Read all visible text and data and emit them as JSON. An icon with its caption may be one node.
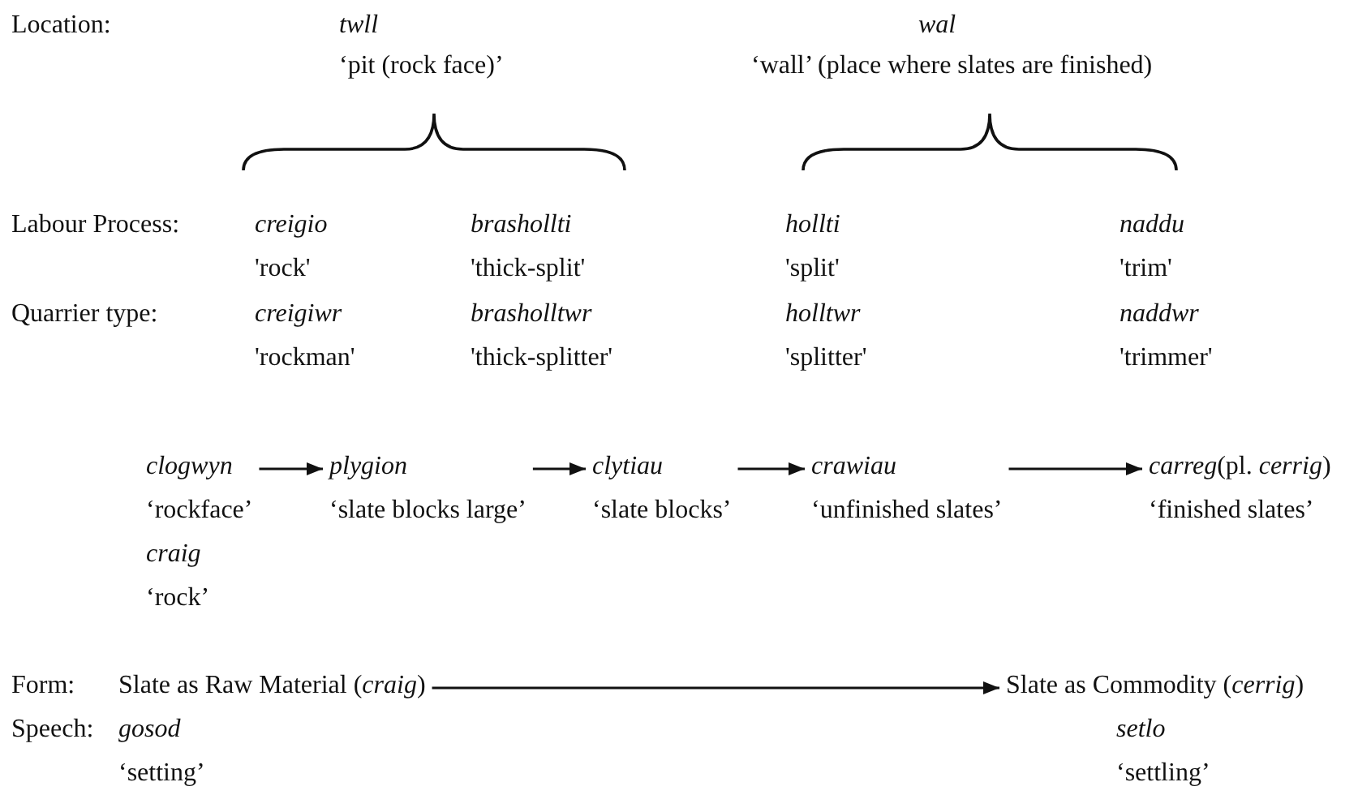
{
  "diagram": {
    "nodes": [
      {
        "text": [
          "clogwyn",
          "‘rockface’",
          "craig",
          "‘rock’"
        ]
      },
      {
        "text": [
          "plygion",
          "‘slate blocks large’"
        ]
      },
      {
        "text": [
          "clytiau",
          "‘slate blocks’"
        ]
      },
      {
        "text": [
          "crawiau",
          "‘unfinished slates’"
        ]
      },
      {
        "text": [
          "*carreg*(pl. *cerrig*)",
          "‘finished slates’"
        ]
      },
      {
        "text": [
          "Slate as Raw Material (*craig*)"
        ]
      },
      {
        "text": [
          "Slate as Commodity (*cerrig*)"
        ]
      }
    ],
    "edges": [
      {
        "from": 0,
        "to": 1,
        "arrow": "to"
      },
      {
        "from": 1,
        "to": 2,
        "arrow": "to"
      },
      {
        "from": 2,
        "to": 3,
        "arrow": "to"
      },
      {
        "from": 3,
        "to": 4,
        "arrow": "to"
      },
      {
        "from": 5,
        "to": 6,
        "arrow": "to"
      }
    ],
    "labels": [
      "Location:",
      "twll",
      "wal",
      "‘pit (rock face)’",
      "‘wall’ (place where slates are finished)",
      "Labour Process:",
      "creigio",
      "brashollti",
      "hollti",
      "naddu",
      "'rock'",
      "'thick-split'",
      "'split'",
      "'trim'",
      "Quarrier type:",
      "creigiwr",
      "brasholltwr",
      "holltwr",
      "naddwr",
      "'rockman'",
      "'thick-splitter'",
      "'splitter'",
      "'trimmer'",
      "Form:",
      "Speech:",
      "gosod",
      "setlo",
      "‘setting’",
      "‘settling’"
    ]
  }
}
